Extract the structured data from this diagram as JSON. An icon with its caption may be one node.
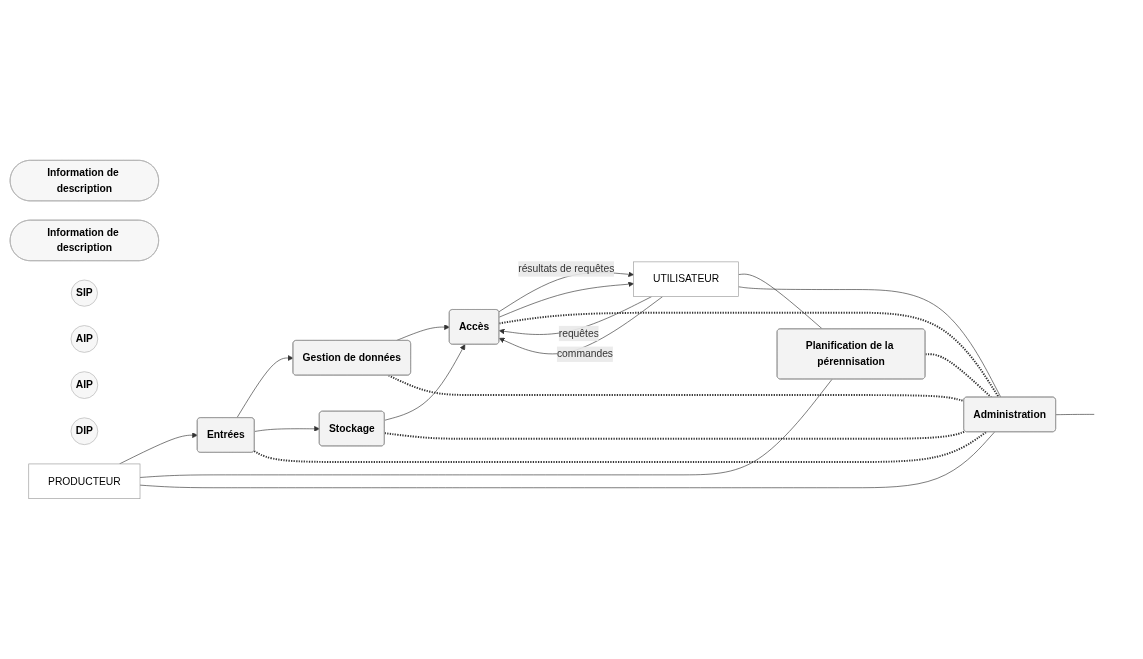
{
  "diagram": {
    "nodes": [
      {
        "text": [
          "PRODUCTEUR"
        ]
      },
      {
        "text": [
          "Planification de la pérennisation"
        ]
      },
      {
        "text": [
          "Information de description"
        ]
      },
      {
        "text": [
          "Gestion de données"
        ]
      },
      {
        "text": [
          "Information de description"
        ]
      },
      {
        "text": [
          "Entrées"
        ]
      },
      {
        "text": [
          "SIP"
        ]
      },
      {
        "text": [
          "Accès"
        ]
      },
      {
        "text": [
          "Stockage"
        ]
      },
      {
        "text": [
          "AIP"
        ]
      },
      {
        "text": [
          "AIP"
        ]
      },
      {
        "text": [
          "DIP"
        ]
      },
      {
        "text": [
          "Administration"
        ]
      },
      {
        "text": [
          "UTILISATEUR"
        ]
      }
    ],
    "edges": [
      {
        "from": 0,
        "to": 5,
        "arrow": "to"
      },
      {
        "from": 5,
        "to": 3,
        "arrow": "to"
      },
      {
        "from": 5,
        "to": 8,
        "arrow": "to"
      },
      {
        "from": 3,
        "to": 7,
        "arrow": "to"
      },
      {
        "from": 8,
        "to": 7,
        "arrow": "to"
      },
      {
        "from": 13,
        "to": 7,
        "label": "requêtes",
        "arrow": "to"
      },
      {
        "from": 7,
        "to": 13,
        "label": "résultats de requêtes",
        "arrow": "to"
      },
      {
        "from": 13,
        "to": 7,
        "label": "commandes",
        "arrow": "to"
      },
      {
        "from": 7,
        "to": 13,
        "arrow": "to"
      },
      {
        "from": 0,
        "to": 1,
        "arrow": "none"
      },
      {
        "from": 13,
        "to": 1,
        "arrow": "none"
      },
      {
        "from": 0,
        "to": 12,
        "arrow": "none"
      },
      {
        "from": 13,
        "to": 12,
        "arrow": "none"
      },
      {
        "from": 1,
        "to": 12,
        "arrow": "none",
        "style": "dashed"
      },
      {
        "from": 5,
        "to": 12,
        "arrow": "none",
        "style": "dashed"
      },
      {
        "from": 8,
        "to": 12,
        "arrow": "none",
        "style": "dashed"
      },
      {
        "from": 3,
        "to": 12,
        "arrow": "none",
        "style": "dashed"
      },
      {
        "from": 7,
        "to": 12,
        "arrow": "none",
        "style": "dashed"
      },
      {
        "from": 12,
        "to": null,
        "arrow": "none"
      }
    ]
  }
}
